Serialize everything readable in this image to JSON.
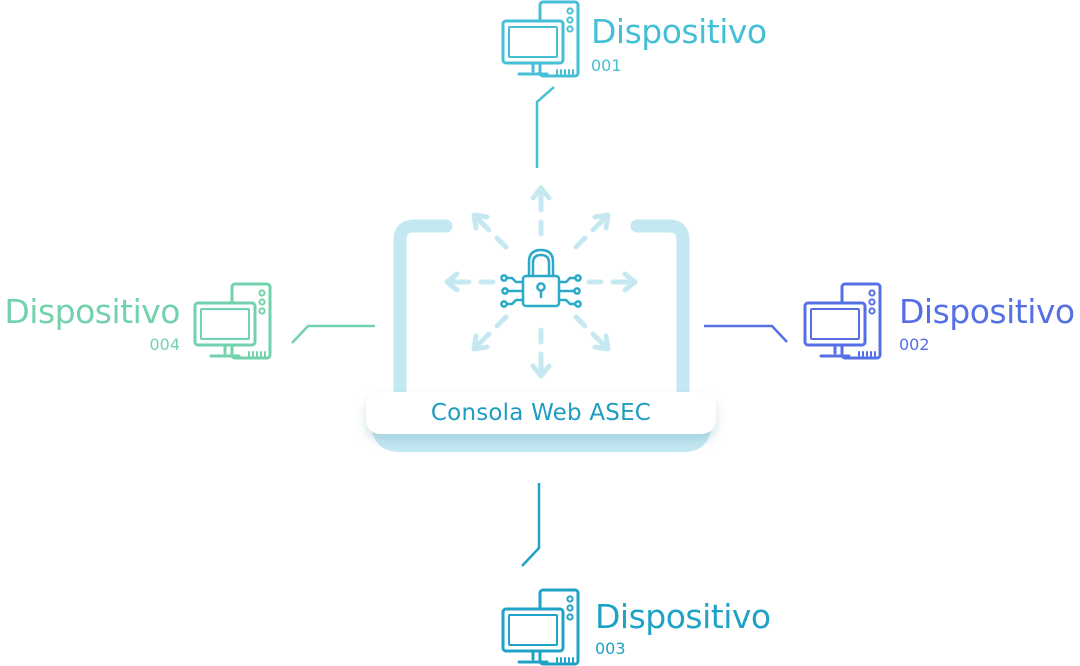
{
  "colors": {
    "device_001": "#45bfd6",
    "device_002": "#5570e6",
    "device_003": "#1fa2c6",
    "device_004": "#72d2ac",
    "console_frame": "#c3e8f2",
    "console_text": "#1f9cc2",
    "lock": "#2ba9c8",
    "arrows": "#c6e8f1"
  },
  "console": {
    "label": "Consola Web ASEC",
    "icon": "padlock-circuit-icon"
  },
  "devices": [
    {
      "id": "001",
      "title": "Dispositivo",
      "code": "001",
      "icon": "desktop-computer-icon"
    },
    {
      "id": "002",
      "title": "Dispositivo",
      "code": "002",
      "icon": "desktop-computer-icon"
    },
    {
      "id": "003",
      "title": "Dispositivo",
      "code": "003",
      "icon": "desktop-computer-icon"
    },
    {
      "id": "004",
      "title": "Dispositivo",
      "code": "004",
      "icon": "desktop-computer-icon"
    }
  ]
}
